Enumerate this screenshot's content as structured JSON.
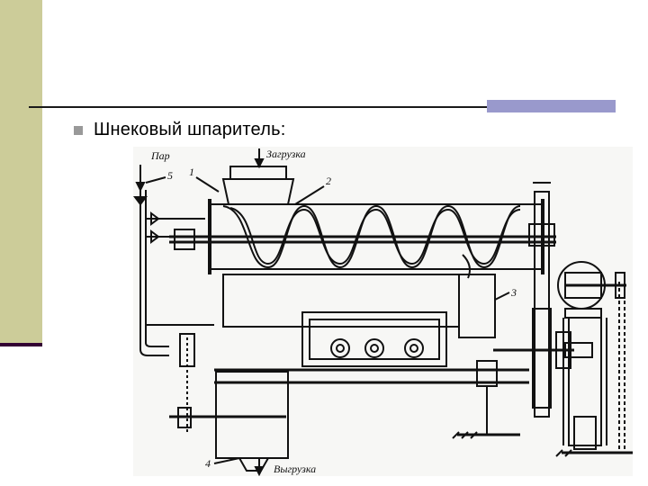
{
  "slide": {
    "bullet_text": "Шнековый шпаритель:"
  },
  "figure": {
    "labels": {
      "steam": "Пар",
      "loading": "Загрузка",
      "unloading": "Выгрузка",
      "n1": "1",
      "n2": "2",
      "n3": "3",
      "n4": "4",
      "n5": "5"
    }
  },
  "colors": {
    "sidebar": "#cccc99",
    "sidebar_underline": "#330033",
    "accent_bar": "#9999cc",
    "bullet": "#999999"
  }
}
